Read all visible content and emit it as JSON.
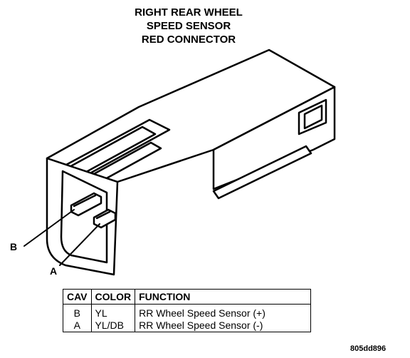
{
  "title": {
    "line1": "RIGHT REAR WHEEL",
    "line2": "SPEED SENSOR",
    "line3": "RED CONNECTOR"
  },
  "pins": {
    "b": "B",
    "a": "A"
  },
  "table": {
    "headers": [
      "CAV",
      "COLOR",
      "FUNCTION"
    ],
    "rows": [
      {
        "cav": "B",
        "color": "YL",
        "function": "RR Wheel Speed Sensor (+)"
      },
      {
        "cav": "A",
        "color": "YL/DB",
        "function": "RR Wheel Speed Sensor (-)"
      }
    ]
  },
  "figure_code": "805dd896"
}
